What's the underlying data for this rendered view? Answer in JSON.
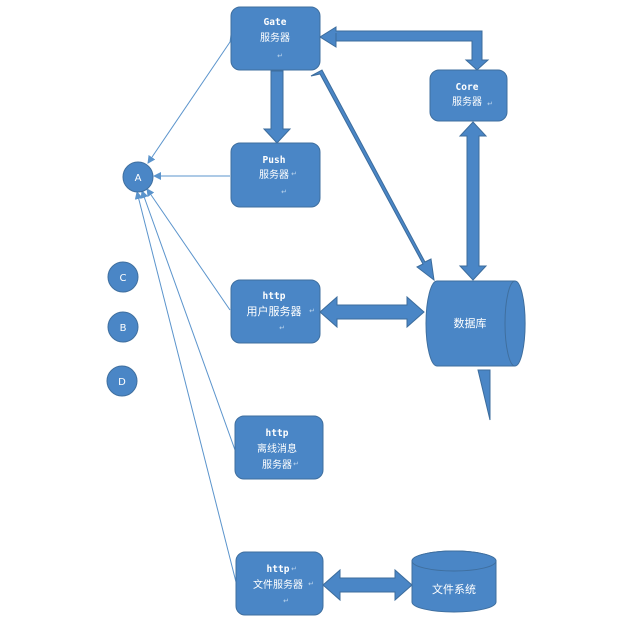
{
  "colors": {
    "box_fill": "#4a86c6",
    "box_stroke": "#3f6f9f",
    "arrow_fill": "#4a86c6",
    "arrow_stroke": "#3c6c9c",
    "thin_line": "#5b94cc",
    "text": "#ffffff"
  },
  "nodes": {
    "gate": {
      "line1": "Gate",
      "line2": "服务器"
    },
    "core": {
      "line1": "Core",
      "line2": "服务器"
    },
    "push": {
      "line1": "Push",
      "line2": "服务器"
    },
    "http_user": {
      "line1": "http",
      "line2": "用户服务器"
    },
    "offline": {
      "line1": "http",
      "line2": "离线消息",
      "line3": "服务器"
    },
    "file": {
      "line1": "http",
      "line2": "文件服务器"
    },
    "database": {
      "label": "数据库"
    },
    "file_system": {
      "label": "文件系统"
    }
  },
  "clients": {
    "a": "A",
    "b": "B",
    "c": "C",
    "d": "D"
  },
  "paragraph_mark": "↵"
}
